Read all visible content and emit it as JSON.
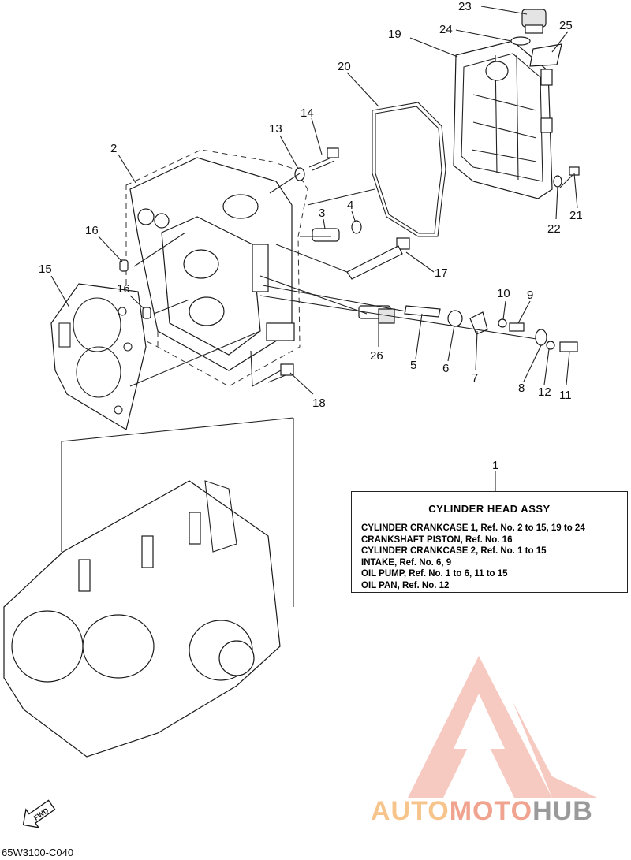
{
  "callouts": [
    "1",
    "2",
    "3",
    "4",
    "5",
    "6",
    "7",
    "8",
    "9",
    "10",
    "11",
    "12",
    "13",
    "14",
    "15",
    "16",
    "16",
    "17",
    "18",
    "19",
    "20",
    "21",
    "22",
    "23",
    "24",
    "25",
    "26"
  ],
  "reference_box": {
    "title": "CYLINDER HEAD ASSY",
    "lines": [
      "CYLINDER CRANKCASE 1,  Ref. No. 2 to 15, 19 to 24",
      "CRANKSHAFT PISTON,  Ref. No. 16",
      "CYLINDER CRANKCASE 2,  Ref. No. 1 to 15",
      "INTAKE,  Ref. No. 6, 9",
      "OIL PUMP,  Ref. No. 1 to 6, 11 to 15",
      "OIL PAN,  Ref. No. 12"
    ]
  },
  "fwd_label": "FWD",
  "diagram_code": "65W3100-C040",
  "watermark": {
    "part1": "AUTO",
    "part2": "MOTO",
    "part3": "HUB"
  },
  "colors": {
    "line": "#222222",
    "watermark_orange": "#f7c58c",
    "watermark_red": "#f0a38f",
    "watermark_gray": "#9a9a9a"
  }
}
